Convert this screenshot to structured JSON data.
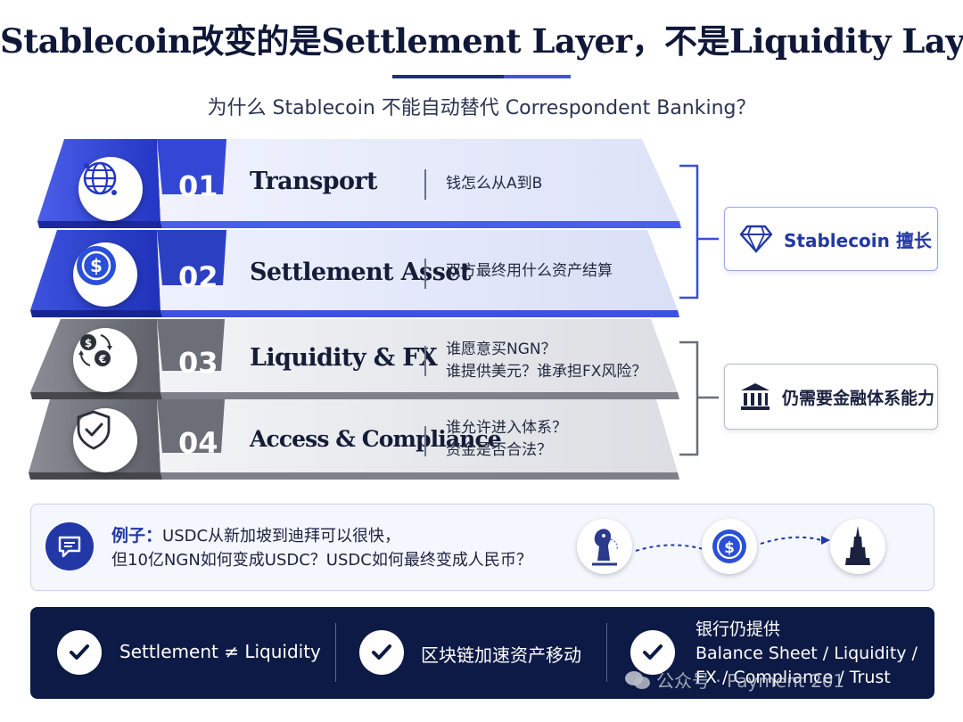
{
  "title": "Stablecoin改变的是Settlement Layer，不是Liquidity Layer",
  "subtitle": "为什么 Stablecoin 不能自动替代 Correspondent Banking？",
  "layers": [
    {
      "number": "01",
      "name": "Transport",
      "desc": [
        "钱怎么从A到B"
      ],
      "icon": "globe-network-icon",
      "color": "#3346d6"
    },
    {
      "number": "02",
      "name": "Settlement Asset",
      "desc": [
        "双方最终用什么资产结算"
      ],
      "icon": "usdc-coin-icon",
      "color": "#2a3fc2"
    },
    {
      "number": "03",
      "name": "Liquidity & FX",
      "desc": [
        "谁愿意买NGN？",
        "谁提供美元？谁承担FX风险？"
      ],
      "icon": "currency-exchange-icon",
      "color": "#6c6f78"
    },
    {
      "number": "04",
      "name": "Access & Compliance",
      "desc": [
        "谁允许进入体系？",
        "资金是否合法？"
      ],
      "icon": "shield-check-icon",
      "color": "#6c6f78"
    }
  ],
  "tags": {
    "stablecoin": {
      "text": "Stablecoin 擅长",
      "icon": "diamond-icon",
      "color": "#2238a6"
    },
    "finance": {
      "text": "仍需要金融体系能力",
      "icon": "bank-icon",
      "color": "#1b2240"
    }
  },
  "example": {
    "label": "例子：",
    "line1": "USDC从新加坡到迪拜可以很快，",
    "line2": "但10亿NGN如何变成USDC？USDC如何最终变成人民币？",
    "flow": [
      "merlion-icon",
      "usdc-coin-icon",
      "burj-khalifa-icon"
    ]
  },
  "bottom": [
    {
      "text": [
        "Settlement ≠ Liquidity"
      ]
    },
    {
      "text": [
        "区块链加速资产移动"
      ]
    },
    {
      "text": [
        "银行仍提供",
        "Balance Sheet / Liquidity /",
        "FX / Compliance / Trust"
      ]
    }
  ],
  "watermark": "公众号 · Payment 201"
}
